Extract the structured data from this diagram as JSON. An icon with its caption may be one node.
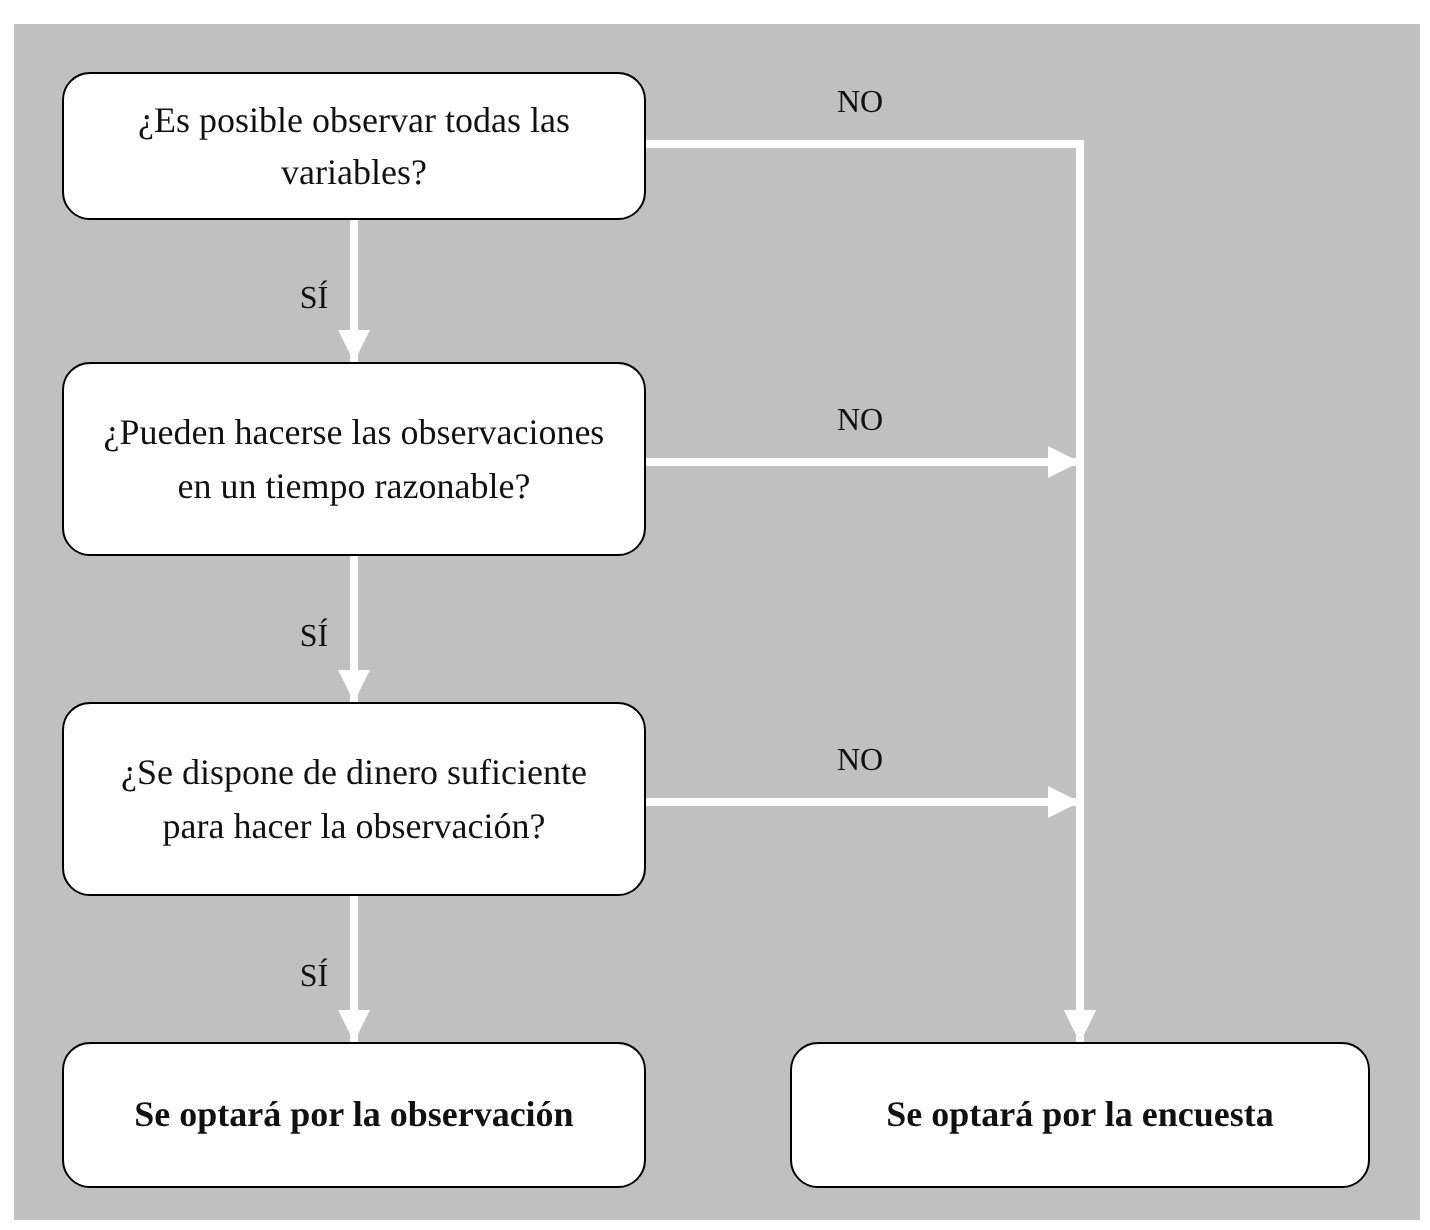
{
  "diagram": {
    "nodes": [
      {
        "text": [
          "¿Es posible observar todas las variables?"
        ]
      },
      {
        "text": [
          "¿Pueden hacerse las observaciones en un tiempo razonable?"
        ]
      },
      {
        "text": [
          "¿Se dispone de dinero suficiente para hacer la observación?"
        ]
      },
      {
        "text": [
          "Se optará por la observación"
        ]
      },
      {
        "text": [
          "Se optará por la encuesta"
        ]
      }
    ],
    "edges": [
      {
        "from": 0,
        "to": 1,
        "arrow": "to",
        "label": "SÍ"
      },
      {
        "from": 1,
        "to": 2,
        "arrow": "to",
        "label": "SÍ"
      },
      {
        "from": 2,
        "to": 3,
        "arrow": "to",
        "label": "SÍ"
      },
      {
        "from": 0,
        "to": 4,
        "arrow": "to",
        "label": "NO"
      },
      {
        "from": 1,
        "to": 4,
        "arrow": "to",
        "label": "NO"
      },
      {
        "from": 2,
        "to": 4,
        "arrow": "to",
        "label": "NO"
      }
    ]
  }
}
